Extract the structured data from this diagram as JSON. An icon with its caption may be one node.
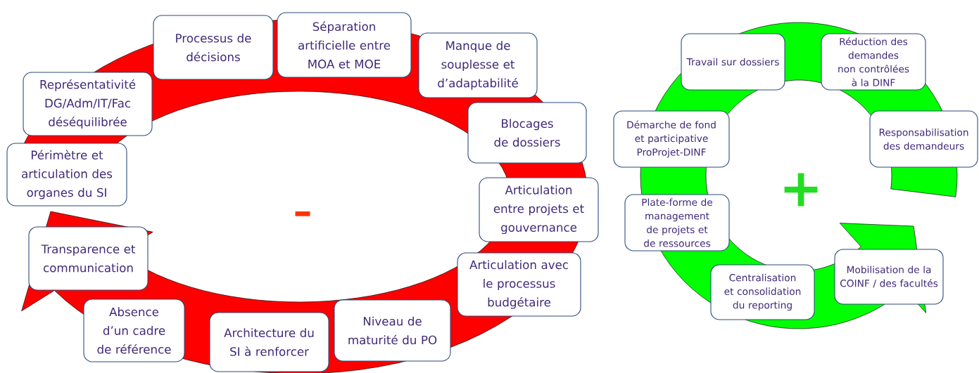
{
  "diagram": {
    "nodes": [
      {
        "text": [
          "Processus de décisions"
        ]
      },
      {
        "text": [
          "Séparation artificielle entre MOA et MOE"
        ]
      },
      {
        "text": [
          "Manque de souplesse et d’adaptabilité"
        ]
      },
      {
        "text": [
          "Représentativité DG/Adm/IT/Fac déséquilibrée"
        ]
      },
      {
        "text": [
          "Blocages de dossiers"
        ]
      },
      {
        "text": [
          "Périmètre et articulation des organes du SI"
        ]
      },
      {
        "text": [
          "Articulation entre projets et gouvernance"
        ]
      },
      {
        "text": [
          "Transparence et communication"
        ]
      },
      {
        "text": [
          "Articulation avec le processus budgétaire"
        ]
      },
      {
        "text": [
          "Absence d’un cadre de référence"
        ]
      },
      {
        "text": [
          "Architecture du SI à renforcer"
        ]
      },
      {
        "text": [
          "Niveau de maturité du PO"
        ]
      },
      {
        "text": [
          "Travail sur dossiers"
        ]
      },
      {
        "text": [
          "Réduction des demandes non contrôlées à la DINF"
        ]
      },
      {
        "text": [
          "Démarche de fond et participative ProProjet-DINF"
        ]
      },
      {
        "text": [
          "Responsabilisation des demandeurs"
        ]
      },
      {
        "text": [
          "Plate-forme de management de projets et de ressources"
        ]
      },
      {
        "text": [
          "Centralisation et consolidation du reporting"
        ]
      },
      {
        "text": [
          "Mobilisation de la COINF / des facultés"
        ]
      }
    ],
    "labels": [
      "–",
      "+"
    ]
  }
}
